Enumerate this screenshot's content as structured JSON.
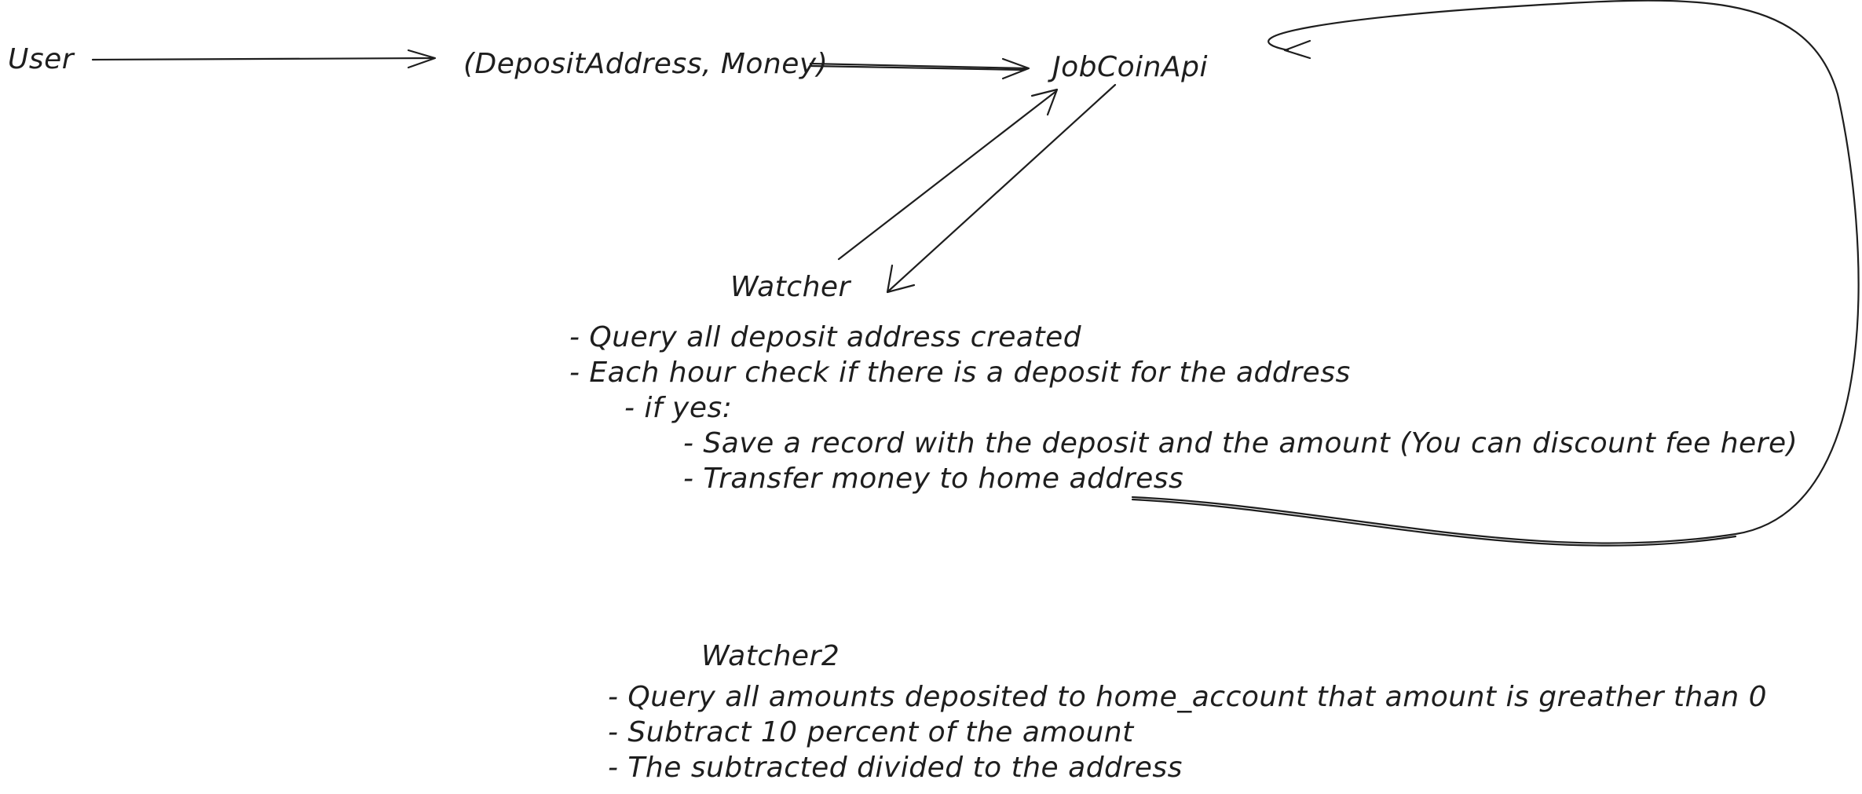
{
  "nodes": {
    "user": "User",
    "deposit": "(DepositAddress, Money)",
    "api": "JobCoinApi",
    "watcher": "Watcher",
    "watcher2": "Watcher2"
  },
  "watcher_notes": [
    "- Query all deposit address created",
    "- Each hour check if there is a deposit for the address",
    "- if yes:",
    "- Save a record with the deposit and the amount (You can discount fee here)",
    "- Transfer money to home address"
  ],
  "watcher2_notes": [
    "- Query all amounts deposited to home_account that amount is greather than 0",
    "- Subtract 10 percent of the amount",
    "- The subtracted divided to the address"
  ]
}
